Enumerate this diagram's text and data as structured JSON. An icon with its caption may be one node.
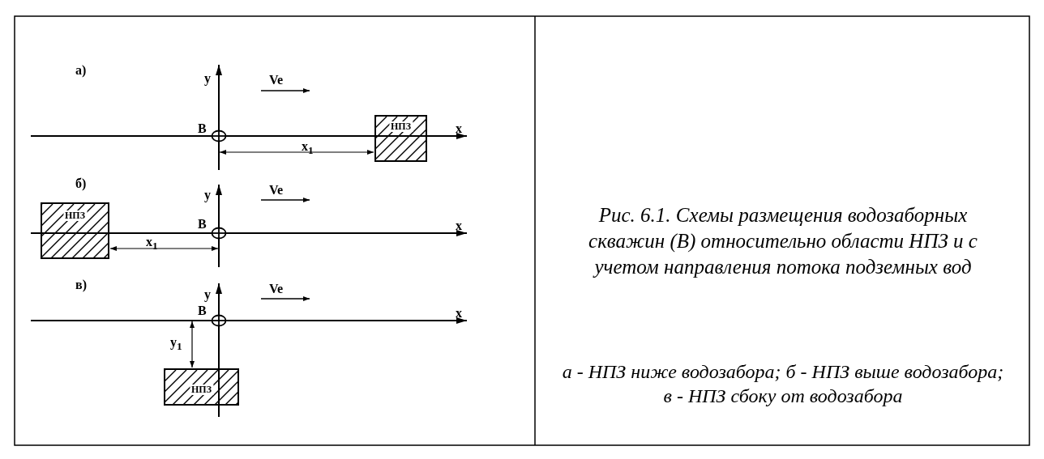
{
  "diagram": {
    "caption": "Рис. 6.1. Схемы размещения водозаборных скважин (В) относительно области НПЗ и с учетом направления потока подземных вод",
    "nodes": [
      {
        "text": [],
        "shape": "circle",
        "beside": [
          "В"
        ]
      },
      {
        "text": [
          "НПЗ"
        ]
      },
      {
        "text": [
          "НПЗ"
        ]
      },
      {
        "text": [],
        "shape": "circle",
        "beside": [
          "В"
        ]
      },
      {
        "text": [],
        "shape": "circle",
        "beside": [
          "В"
        ]
      },
      {
        "text": [
          "НПЗ"
        ]
      }
    ],
    "labels": [
      "а)",
      "y",
      "Ve",
      "x",
      "x$_{1}$",
      "б)",
      "y",
      "Ve",
      "x",
      "x$_{1}$",
      "в)",
      "y",
      "Ve",
      "x",
      "y$_{1}$",
      "а - НПЗ ниже водозабора; б - НПЗ выше водозабора; в - НПЗ сбоку от водозабора"
    ]
  }
}
